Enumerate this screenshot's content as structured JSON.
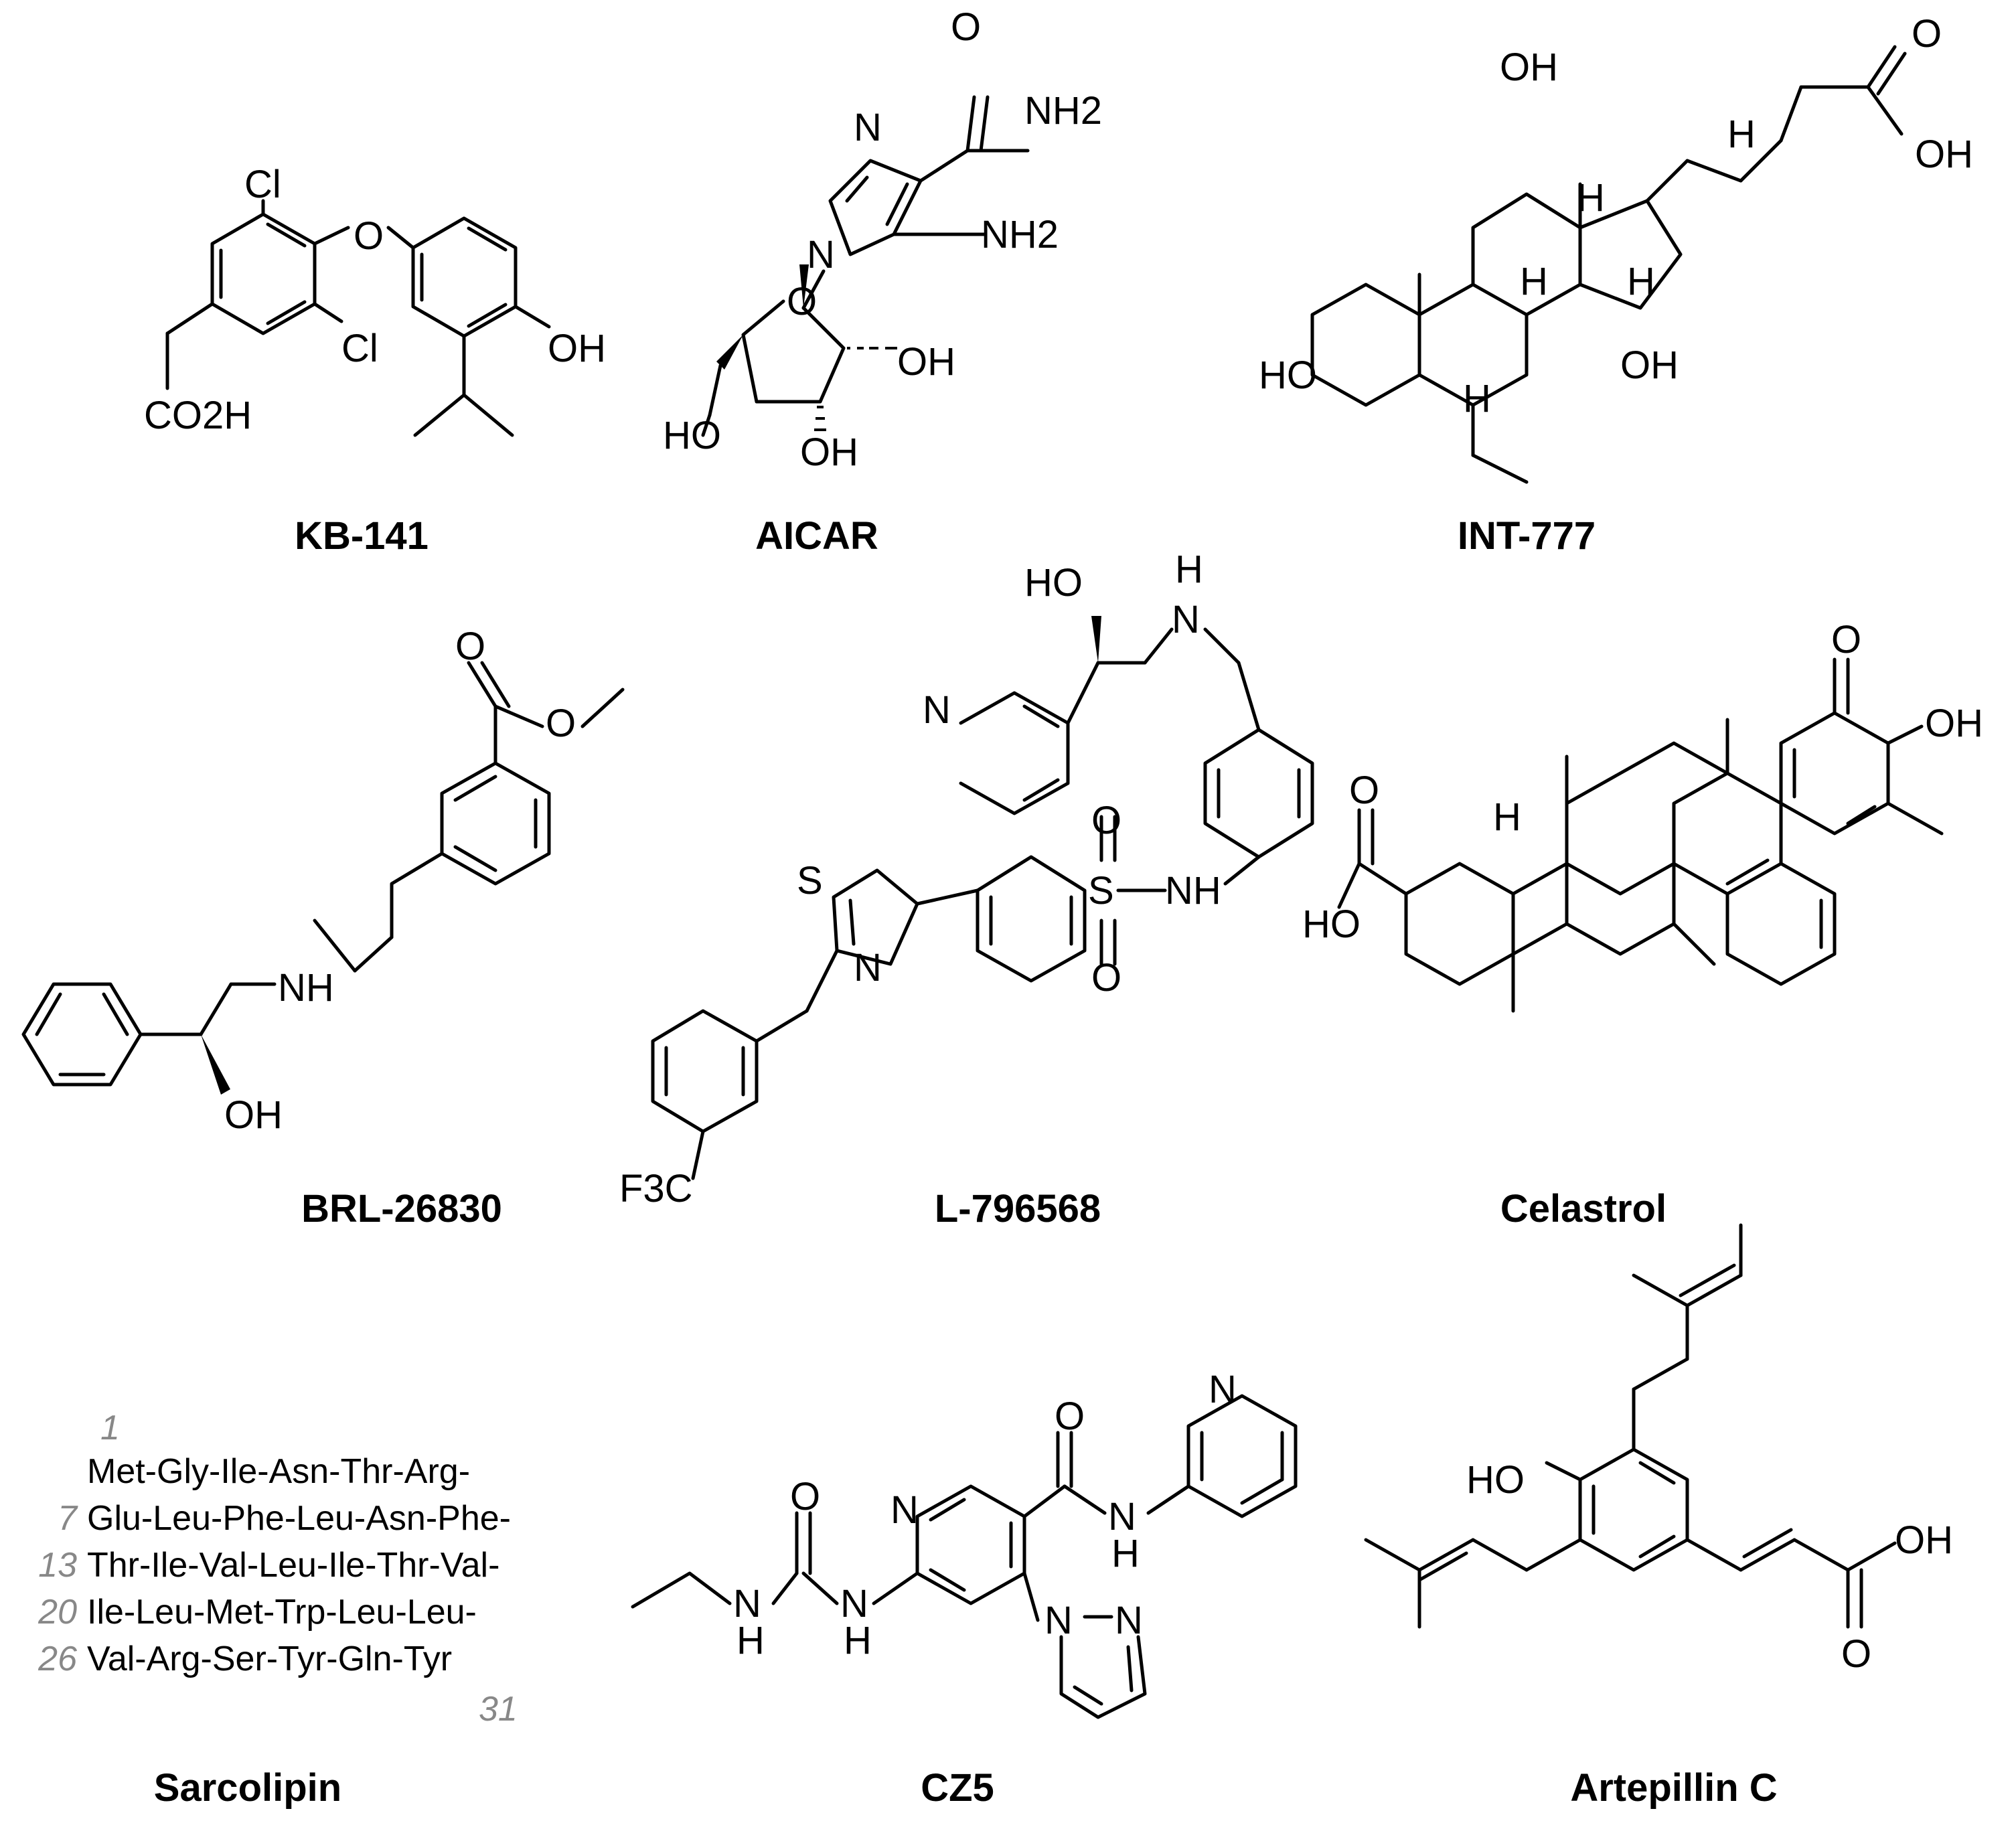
{
  "compounds": [
    {
      "name": "KB-141",
      "labels": {
        "cl1": "Cl",
        "cl2": "Cl",
        "o": "O",
        "oh": "OH",
        "co2h": "CO2H"
      }
    },
    {
      "name": "AICAR",
      "labels": {
        "n1": "N",
        "n2": "N",
        "nh2a": "NH2",
        "nh2b": "NH2",
        "o_amide": "O",
        "o_ring": "O",
        "oh1": "OH",
        "oh2": "OH",
        "ho": "HO"
      }
    },
    {
      "name": "INT-777",
      "labels": {
        "oh12": "OH",
        "h17": "H",
        "h8": "H",
        "h9": "H",
        "h14": "H",
        "ho3": "HO",
        "h5": "H",
        "oh7": "OH",
        "o_acid": "O",
        "oh_acid": "OH"
      }
    },
    {
      "name": "BRL-26830",
      "labels": {
        "o_carbonyl": "O",
        "o_ester": "O",
        "nh": "NH",
        "oh": "OH"
      }
    },
    {
      "name": "L-796568",
      "labels": {
        "ho": "HO",
        "nh_top": "H",
        "n_top": "N",
        "n_pyr": "N",
        "s_thz": "S",
        "n_thz": "N",
        "s_sulf": "S",
        "o1": "O",
        "o2": "O",
        "nh": "NH",
        "cf3": "F3C"
      }
    },
    {
      "name": "Celastrol",
      "labels": {
        "o_keto": "O",
        "oh": "OH",
        "o_acid": "O",
        "ho_acid": "HO",
        "h": "H"
      }
    },
    {
      "name": "Sarcolipin",
      "sequence": [
        {
          "start": "1",
          "residues": "Met-Gly-Ile-Asn-Thr-Arg-"
        },
        {
          "start": "7",
          "residues": "Glu-Leu-Phe-Leu-Asn-Phe-"
        },
        {
          "start": "13",
          "residues": "Thr-Ile-Val-Leu-Ile-Thr-Val-"
        },
        {
          "start": "20",
          "residues": "Ile-Leu-Met-Trp-Leu-Leu-"
        },
        {
          "start": "26",
          "residues": "Val-Arg-Ser-Tyr-Gln-Tyr"
        }
      ],
      "end": "31"
    },
    {
      "name": "CZ5",
      "labels": {
        "o_urea": "O",
        "nh_urea1": "N",
        "h_urea1": "H",
        "nh_urea2": "N",
        "h_urea2": "H",
        "n_pyr": "N",
        "o_amide": "O",
        "nh_amide": "N",
        "h_amide": "H",
        "n_pyr2": "N",
        "n_pz1": "N",
        "n_pz2": "N"
      }
    },
    {
      "name": "Artepillin C",
      "labels": {
        "ho": "HO",
        "oh": "OH",
        "o": "O"
      }
    }
  ]
}
